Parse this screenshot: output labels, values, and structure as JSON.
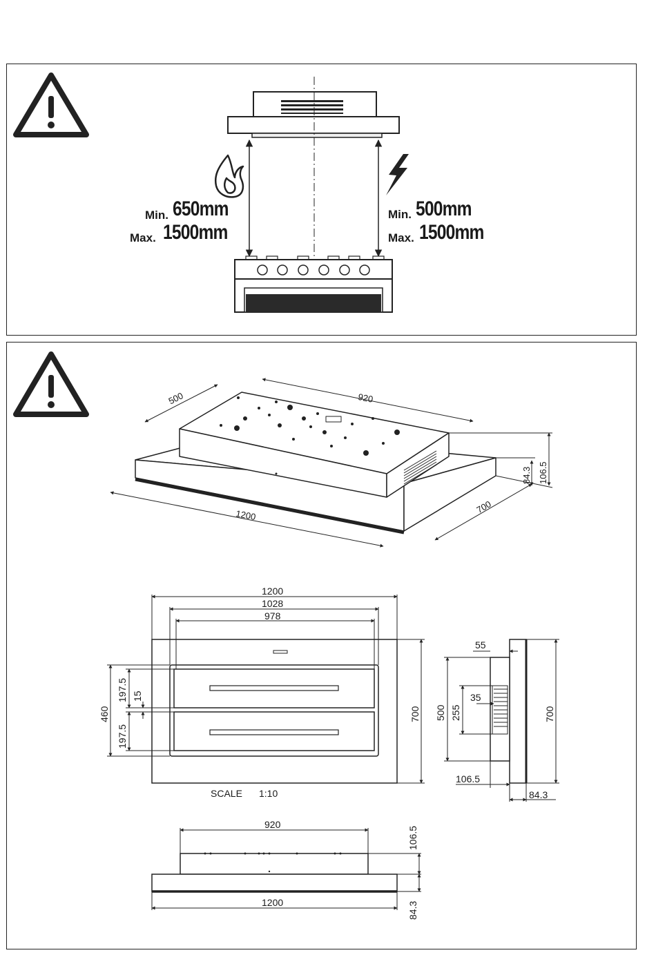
{
  "top_panel": {
    "warning_icon": "warning-triangle-icon",
    "flame_icon": "flame-icon",
    "lightning_icon": "lightning-icon",
    "gas": {
      "min_prefix": "Min.",
      "min_value": "650mm",
      "max_prefix": "Max.",
      "max_value": "1500mm"
    },
    "electric": {
      "min_prefix": "Min.",
      "min_value": "500mm",
      "max_prefix": "Max.",
      "max_value": "1500mm"
    }
  },
  "bottom_panel": {
    "warning_icon": "warning-triangle-icon",
    "isometric": {
      "width_top": "920",
      "depth_top": "500",
      "width_base": "1200",
      "depth_base": "700",
      "height_top": "106.5",
      "height_base": "84.3"
    },
    "plan": {
      "w_outer": "1200",
      "w_mid": "1028",
      "w_inner": "978",
      "h_outer": "700",
      "h_filters": "460",
      "filter_a": "197.5",
      "filter_gap": "15",
      "filter_b": "197.5",
      "scale_label": "SCALE",
      "scale_value": "1:10"
    },
    "side": {
      "w_55": "55",
      "w_35": "35",
      "h_500": "500",
      "h_255": "255",
      "h_700": "700",
      "d_106": "106.5",
      "d_84": "84.3"
    },
    "front": {
      "w_top": "920",
      "w_base": "1200",
      "h_top": "106.5",
      "h_base": "84.3"
    }
  }
}
